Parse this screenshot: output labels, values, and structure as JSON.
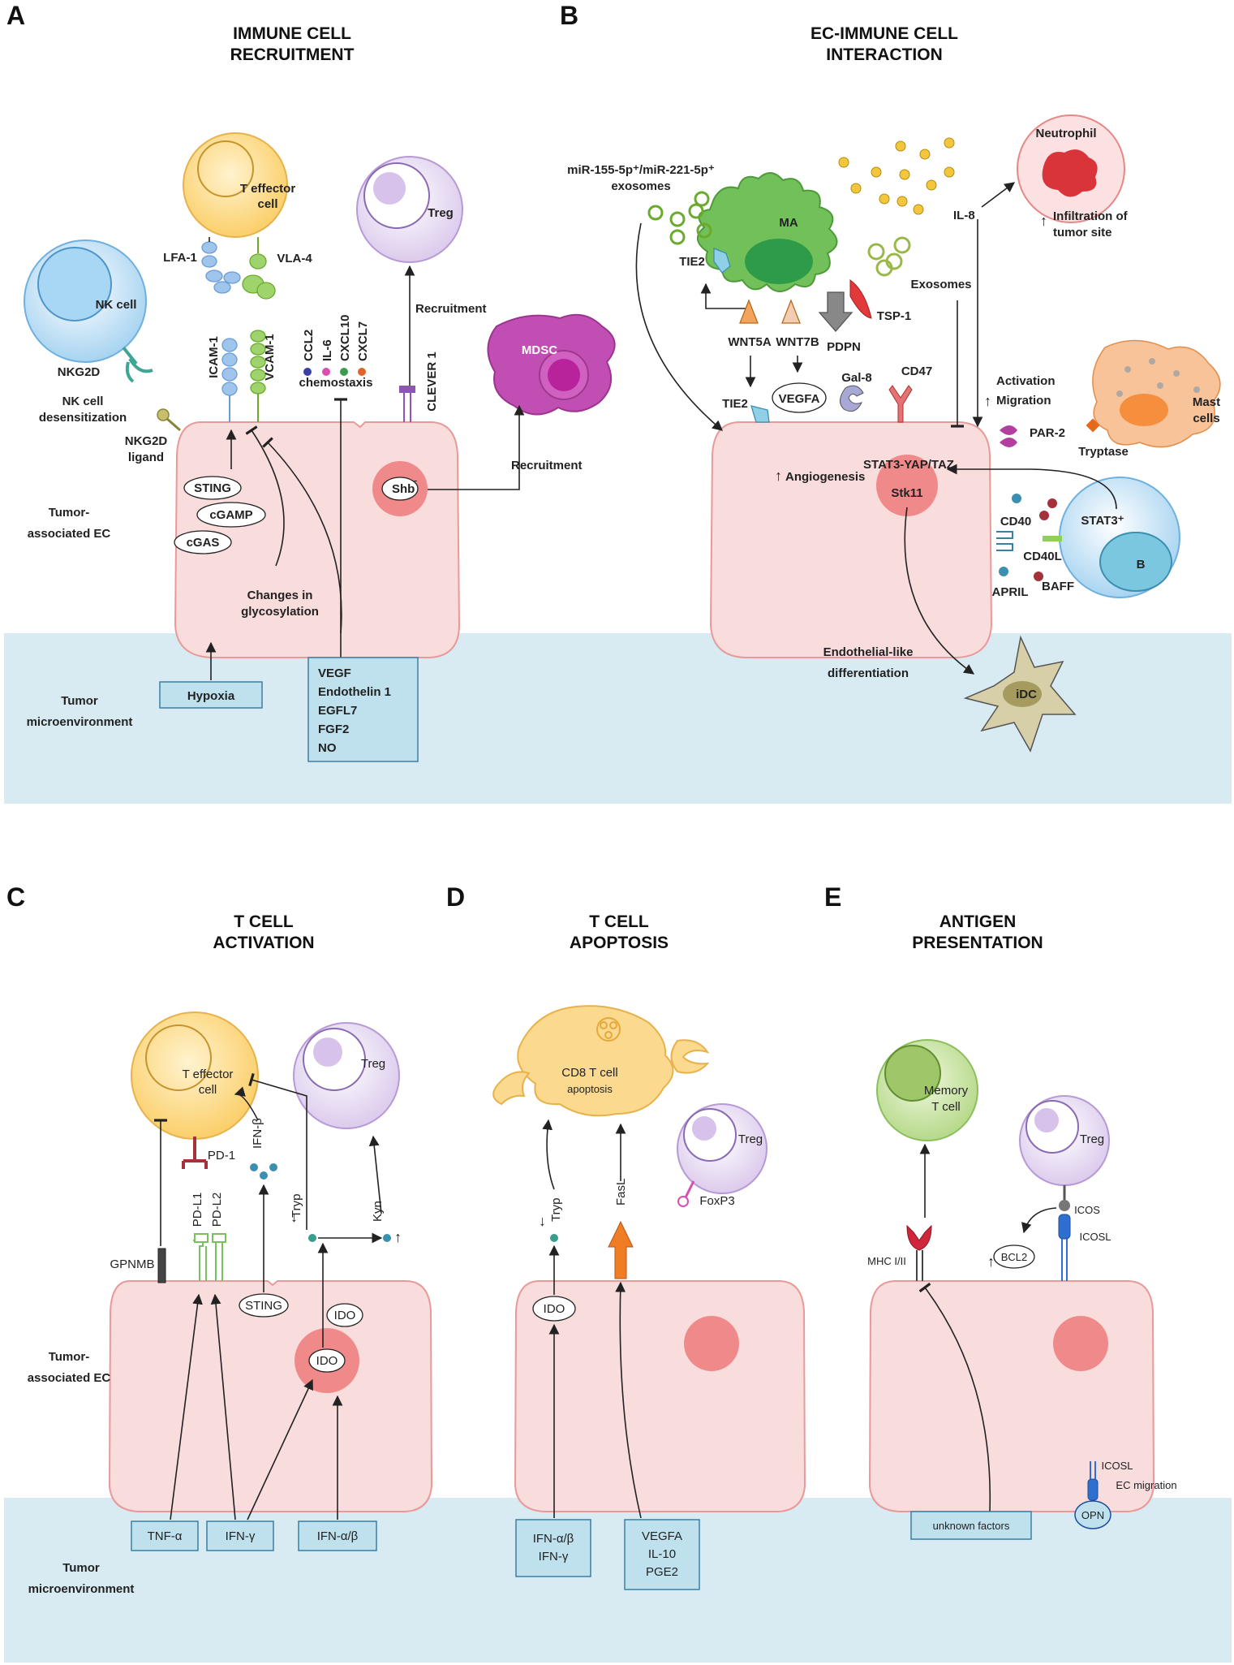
{
  "panels": {
    "A": {
      "letter": "A",
      "title1": "IMMUNE CELL",
      "title2": "RECRUITMENT"
    },
    "B": {
      "letter": "B",
      "title1": "EC-IMMUNE CELL",
      "title2": "INTERACTION"
    },
    "C": {
      "letter": "C",
      "title1": "T CELL",
      "title2": "ACTIVATION"
    },
    "D": {
      "letter": "D",
      "title1": "T CELL",
      "title2": "APOPTOSIS"
    },
    "E": {
      "letter": "E",
      "title1": "ANTIGEN",
      "title2": "PRESENTATION"
    }
  },
  "A": {
    "t_effector": [
      "T effector",
      "cell"
    ],
    "nk_cell": "NK cell",
    "treg": "Treg",
    "mdsc": "MDSC",
    "lfa1": "LFA-1",
    "vla4": "VLA-4",
    "icam1": "ICAM-1",
    "vcam1": "VCAM-1",
    "chemokines": [
      "CCL2",
      "IL-6",
      "CXCL10",
      "CXCL7"
    ],
    "chemotaxis": "chemostaxis",
    "clever1": "CLEVER 1",
    "recruitment1": "Recruitment",
    "recruitment2": "Recruitment",
    "nkg2d": "NKG2D",
    "nk_desens": [
      "NK cell",
      "desensitization"
    ],
    "nkg2d_ligand": [
      "NKG2D",
      "ligand"
    ],
    "sting": "STING",
    "cgamp": "cGAMP",
    "cgas": "cGAS",
    "shb": "Shb",
    "shb_sup": "-",
    "glyco": [
      "Changes in",
      "glycosylation"
    ],
    "ec_label": [
      "Tumor-",
      "associated EC"
    ],
    "tme_label": [
      "Tumor",
      "microenvironment"
    ],
    "hypoxia": "Hypoxia",
    "factors": [
      "VEGF",
      "Endothelin 1",
      "EGFL7",
      "FGF2",
      "NO"
    ]
  },
  "B": {
    "mirna": [
      "miR-155-5p⁺/miR-221-5p⁺",
      "exosomes"
    ],
    "ma": "MA",
    "tie2_ma": "TIE2",
    "il8": "IL-8",
    "neutrophil": "Neutrophil",
    "infiltration": [
      "Infiltration of",
      "tumor site"
    ],
    "exosomes": "Exosomes",
    "tsp1": "TSP-1",
    "wnt5a": "WNT5A",
    "wnt7b": "WNT7B",
    "pdpn": "PDPN",
    "tie2_ec": "TIE2",
    "vegfa": "VEGFA",
    "gal8": "Gal-8",
    "cd47": "CD47",
    "activation": [
      "Activation",
      "Migration"
    ],
    "par2": "PAR-2",
    "tryptase": "Tryptase",
    "mast": [
      "Mast",
      "cells"
    ],
    "stat3yap": "STAT3-YAP/TAZ",
    "angiogenesis": "Angiogenesis",
    "stk11": "Stk11",
    "stat3": "STAT3⁺",
    "b": "B",
    "cd40": "CD40",
    "cd40l": "CD40L",
    "april": "APRIL",
    "baff": "BAFF",
    "endo_diff": [
      "Endothelial-like",
      "differentiation"
    ],
    "idc": "iDC"
  },
  "C": {
    "t_effector": [
      "T effector",
      "cell"
    ],
    "treg": "Treg",
    "pd1": "PD-1",
    "pdl1": "PD-L1",
    "pdl2": "PD-L2",
    "ifnb": "IFN-β",
    "tryp": "Tryp",
    "kyn": "Kyn",
    "gpnmb": "GPNMB",
    "sting": "STING",
    "ido1": "IDO",
    "ido2": "IDO",
    "ec_label": [
      "Tumor-",
      "associated EC"
    ],
    "tme_label": [
      "Tumor",
      "microenvironment"
    ],
    "tnfa": "TNF-α",
    "ifng": "IFN-γ",
    "ifnab": "IFN-α/β"
  },
  "D": {
    "cd8": [
      "CD8 T cell",
      "apoptosis"
    ],
    "treg": "Treg",
    "foxp3": "FoxP3",
    "tryp": "Tryp",
    "fasl": "FasL",
    "ido": "IDO",
    "box1": [
      "IFN-α/β",
      "IFN-γ"
    ],
    "box2": [
      "VEGFA",
      "IL-10",
      "PGE2"
    ]
  },
  "E": {
    "memory": [
      "Memory",
      "T cell"
    ],
    "treg": "Treg",
    "mhc": "MHC I/II",
    "bcl2": "BCL2",
    "icos": "ICOS",
    "icosl": "ICOSL",
    "icosl2": "ICOSL",
    "ec_migration": "EC migration",
    "opn": "OPN",
    "unknown": "unknown factors"
  },
  "colors": {
    "ec_fill": "#f9dcdc",
    "ec_stroke": "#e89a9a",
    "tme_fill": "#d8ebf3",
    "box_fill": "#bfe1ee",
    "nucleus": "#f08a8a",
    "teff": "#fbd98e",
    "treg": "#e8dcf2",
    "nk": "#cde6f7",
    "mdsc": "#c14fb3",
    "ma": "#71c05a",
    "mast": "#f8b37e",
    "neutro": "#d9343a",
    "memory": "#c9e3a0",
    "idc": "#d6cfa8"
  }
}
